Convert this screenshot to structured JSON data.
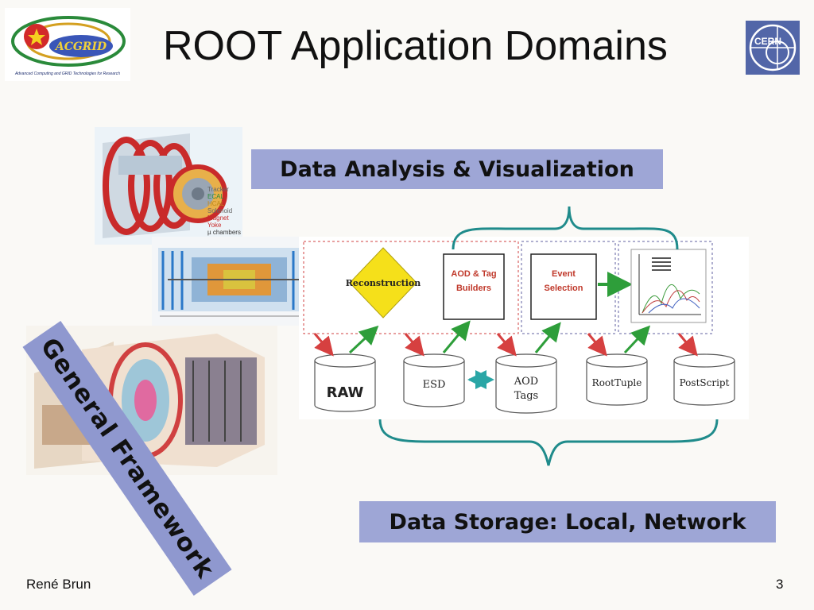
{
  "slide": {
    "title": "ROOT Application Domains",
    "author": "René Brun",
    "page_number": "3"
  },
  "logos": {
    "left_caption": "Advanced Computing and GRID Technologies for Research",
    "left_name": "ACGRID",
    "right_name": "CERN"
  },
  "labels": {
    "analysis": "Data Analysis & Visualization",
    "storage": "Data Storage: Local, Network",
    "framework": "General Framework"
  },
  "detector_legend": [
    "Tracker",
    "ECAL",
    "HCAL",
    "Solenoid",
    "Magnet Yoke",
    "µ chambers"
  ],
  "diagram": {
    "process_boxes": [
      {
        "label": "Reconstruction",
        "shape": "diamond"
      },
      {
        "label_lines": [
          "AOD & Tag",
          "Builders"
        ],
        "shape": "box"
      },
      {
        "label_lines": [
          "Event",
          "Selection"
        ],
        "shape": "box"
      }
    ],
    "storage_items": [
      {
        "label_lines": [
          "RAW"
        ]
      },
      {
        "label_lines": [
          "ESD"
        ]
      },
      {
        "label_lines": [
          "AOD",
          "Tags"
        ]
      },
      {
        "label_lines": [
          "RootTuple"
        ]
      },
      {
        "label_lines": [
          "PostScript"
        ]
      }
    ]
  },
  "colors": {
    "background": "#faf9f6",
    "label_fill": "#9ea6d6",
    "band_fill": "#8f98cf",
    "brace": "#1f8b8b",
    "arrow_down": "#d64040",
    "arrow_up": "#2e9e3a",
    "diamond": "#f5e01a",
    "process_text": "#c0392b"
  },
  "icons": [
    "acgrid-logo-icon",
    "cern-logo-icon",
    "plot-thumbnail-icon"
  ]
}
